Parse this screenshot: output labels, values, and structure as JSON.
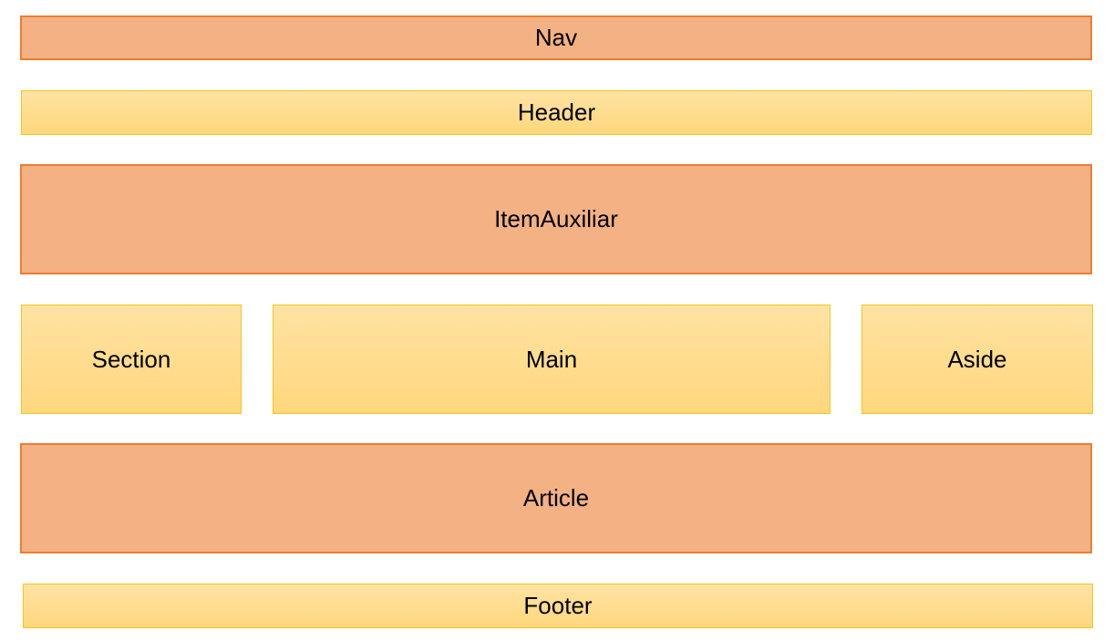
{
  "blocks": {
    "nav": "Nav",
    "header": "Header",
    "item_auxiliar": "ItemAuxiliar",
    "section": "Section",
    "main": "Main",
    "aside": "Aside",
    "article": "Article",
    "footer": "Footer"
  },
  "colors": {
    "orange_fill": "#f4b183",
    "orange_border": "#ed7d31",
    "yellow_fill": "#ffd77d",
    "yellow_border": "#f5c518"
  }
}
